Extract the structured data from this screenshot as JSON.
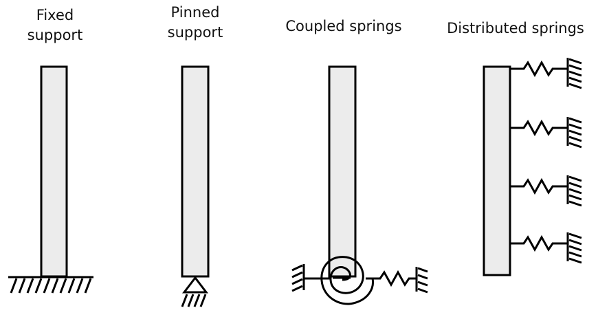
{
  "labels": {
    "fixed": "Fixed\nsupport",
    "pinned": "Pinned\nsupport",
    "coupled": "Coupled springs",
    "distributed": "Distributed springs"
  },
  "colors": {
    "column_fill": "#ececec",
    "stroke": "#000000"
  }
}
